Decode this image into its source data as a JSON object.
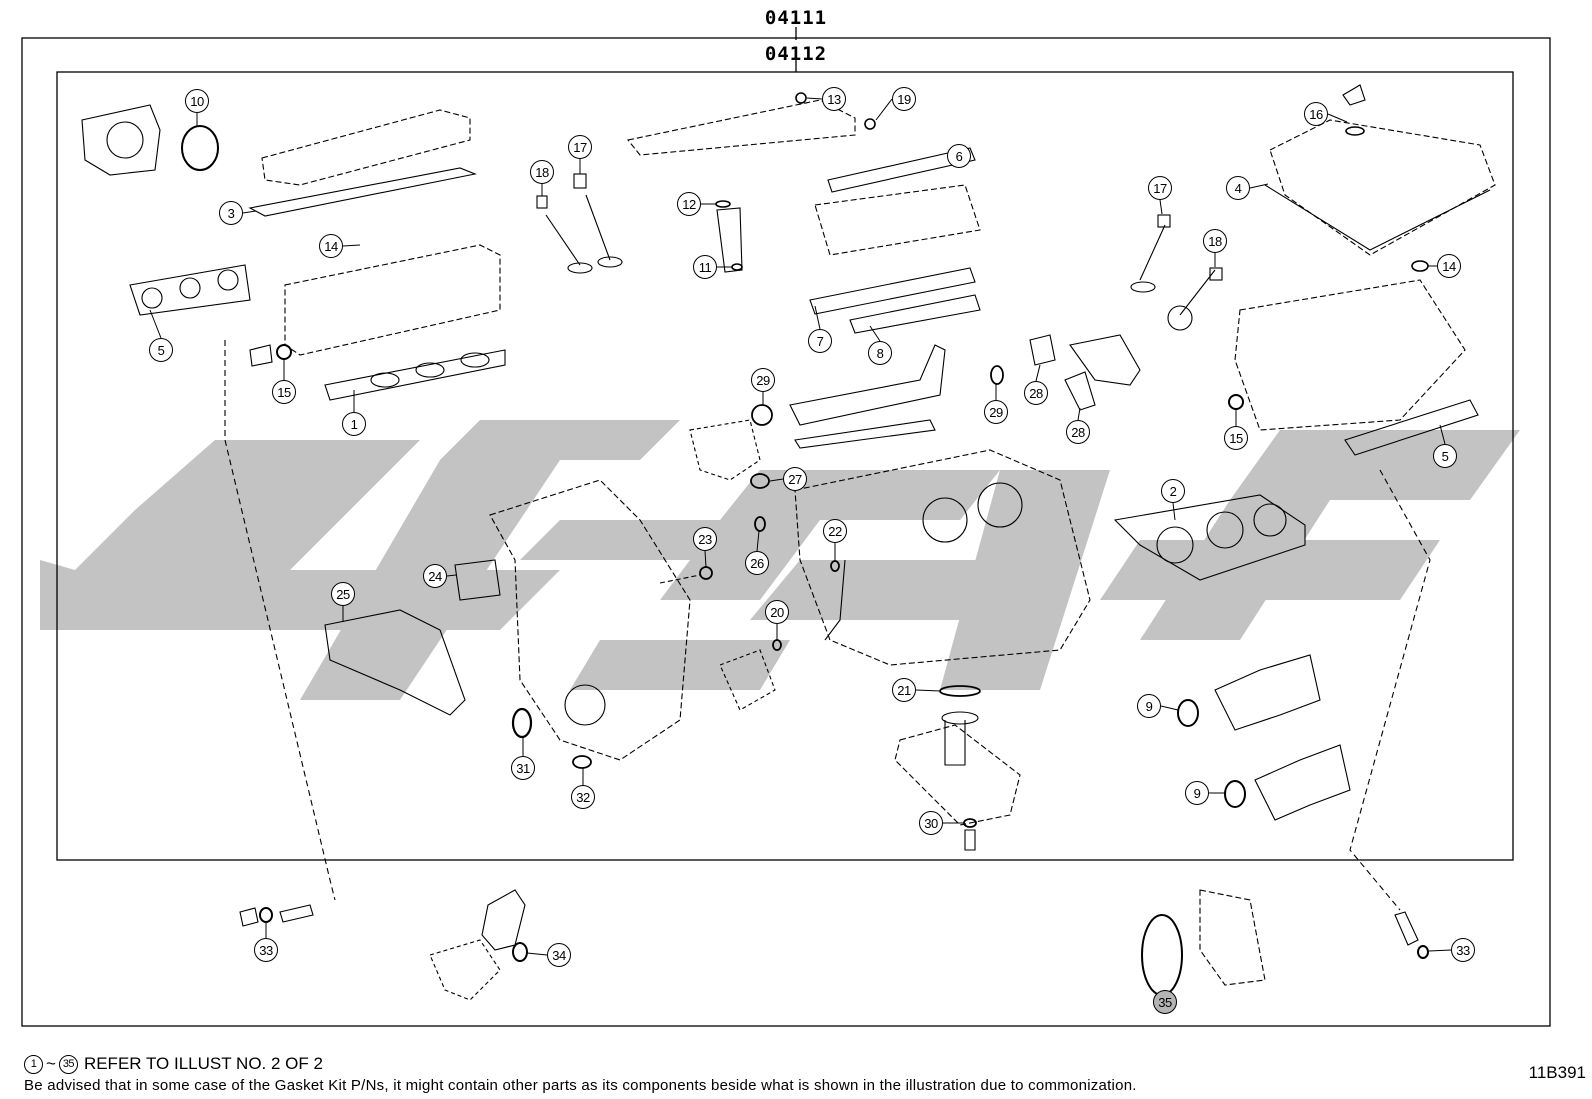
{
  "header": {
    "outer_kit_number": "04111",
    "inner_kit_number": "04112"
  },
  "callouts": [
    {
      "label": "10",
      "filled": false
    },
    {
      "label": "3",
      "filled": false
    },
    {
      "label": "14",
      "filled": false
    },
    {
      "label": "5",
      "filled": false
    },
    {
      "label": "15",
      "filled": false
    },
    {
      "label": "1",
      "filled": false
    },
    {
      "label": "18",
      "filled": false
    },
    {
      "label": "17",
      "filled": false
    },
    {
      "label": "13",
      "filled": false
    },
    {
      "label": "19",
      "filled": false
    },
    {
      "label": "6",
      "filled": false
    },
    {
      "label": "12",
      "filled": false
    },
    {
      "label": "11",
      "filled": false
    },
    {
      "label": "7",
      "filled": false
    },
    {
      "label": "8",
      "filled": false
    },
    {
      "label": "16",
      "filled": false
    },
    {
      "label": "4",
      "filled": false
    },
    {
      "label": "17",
      "filled": false
    },
    {
      "label": "18",
      "filled": false
    },
    {
      "label": "14",
      "filled": false
    },
    {
      "label": "15",
      "filled": false
    },
    {
      "label": "5",
      "filled": false
    },
    {
      "label": "29",
      "filled": false
    },
    {
      "label": "29",
      "filled": false
    },
    {
      "label": "28",
      "filled": false
    },
    {
      "label": "28",
      "filled": false
    },
    {
      "label": "27",
      "filled": false
    },
    {
      "label": "23",
      "filled": false
    },
    {
      "label": "26",
      "filled": false
    },
    {
      "label": "22",
      "filled": false
    },
    {
      "label": "24",
      "filled": false
    },
    {
      "label": "25",
      "filled": false
    },
    {
      "label": "20",
      "filled": false
    },
    {
      "label": "2",
      "filled": false
    },
    {
      "label": "21",
      "filled": false
    },
    {
      "label": "9",
      "filled": false
    },
    {
      "label": "9",
      "filled": false
    },
    {
      "label": "31",
      "filled": false
    },
    {
      "label": "32",
      "filled": false
    },
    {
      "label": "30",
      "filled": false
    },
    {
      "label": "33",
      "filled": false
    },
    {
      "label": "34",
      "filled": false
    },
    {
      "label": "35",
      "filled": true
    },
    {
      "label": "33",
      "filled": false
    }
  ],
  "footer": {
    "note_start": "1",
    "note_range_sep": "~",
    "note_end": "35",
    "note_refer": "REFER TO ILLUST NO. 2 OF 2",
    "note_disclaimer": "Be advised that in some case of the Gasket Kit P/Ns,  it might contain other parts as its components beside what is shown in the illustration due to commonization.",
    "illustration_code": "11B391"
  },
  "colors": {
    "line": "#000000",
    "watermark": "#c0c0c0",
    "filled_callout": "#b4b4b4",
    "background": "#ffffff"
  }
}
